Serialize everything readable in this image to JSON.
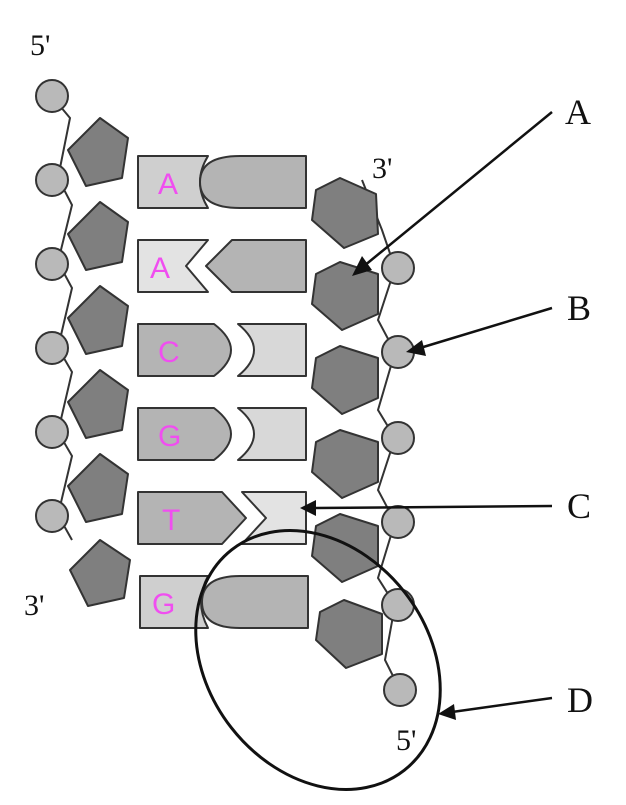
{
  "labels": {
    "five_prime_top": "5'",
    "three_prime_right": "3'",
    "three_prime_left": "3'",
    "five_prime_bottom": "5'",
    "callout_a": "A",
    "callout_b": "B",
    "callout_c": "C",
    "callout_d": "D"
  },
  "bases": [
    "A",
    "A",
    "C",
    "G",
    "T",
    "G"
  ],
  "colors": {
    "phosphate": "#b9b9b9",
    "sugar": "#7f7f7f",
    "base_left": "#cfcfcf",
    "base_left_light": "#e3e3e3",
    "base_right": "#b4b4b4",
    "base_right_light": "#d8d8d8",
    "outline": "#333333",
    "letter": "#f04ef0"
  }
}
